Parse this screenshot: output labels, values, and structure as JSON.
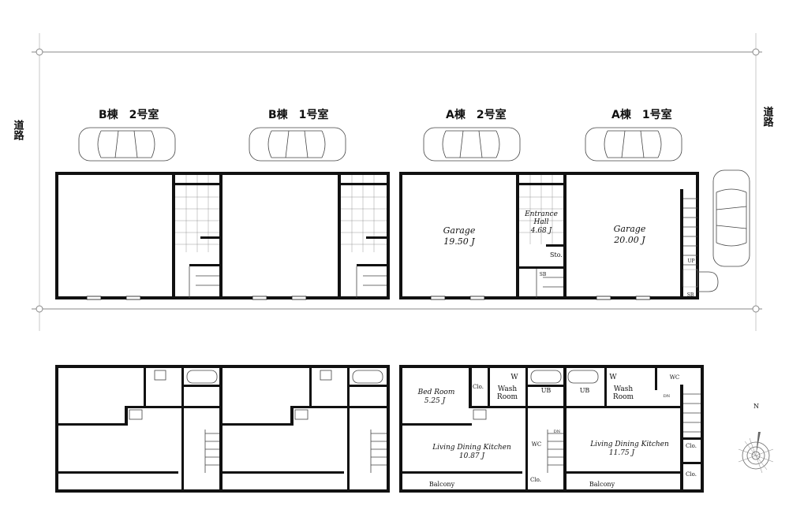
{
  "road": {
    "left_label": "道路",
    "right_label": "道路"
  },
  "units": {
    "b2": "B棟　2号室",
    "b1": "B棟　1号室",
    "a2": "A棟　2号室",
    "a1": "A棟　1号室"
  },
  "rooms": {
    "garage_a2_name": "Garage",
    "garage_a2_size": "19.50 J",
    "entrance_name_1": "Entrance",
    "entrance_name_2": "Hall",
    "entrance_size": "4.68 J",
    "storage": "Sto.",
    "sb_left": "SB",
    "garage_a1_name": "Garage",
    "garage_a1_size": "20.00 J",
    "up": "UP",
    "sb_right": "SB",
    "bedroom_name": "Bed Room",
    "bedroom_size": "5.25 J",
    "clo1": "Clo.",
    "w1": "W",
    "wash1_1": "Wash",
    "wash1_2": "Room",
    "ub1": "UB",
    "ub2": "UB",
    "w2": "W",
    "wash2_1": "Wash",
    "wash2_2": "Room",
    "wc_top": "WC",
    "dn_top": "DN",
    "ldk_a2_name": "Living Dining Kitchen",
    "ldk_a2_size": "10.87 J",
    "wc_mid": "WC",
    "dn_mid": "DN",
    "clo_mid": "Clo.",
    "ldk_a1_name": "Living Dining Kitchen",
    "ldk_a1_size": "11.75 J",
    "clo2": "Clo.",
    "clo3": "Clo.",
    "balcony1": "Balcony",
    "balcony2": "Balcony"
  },
  "compass": {
    "north": "N"
  }
}
